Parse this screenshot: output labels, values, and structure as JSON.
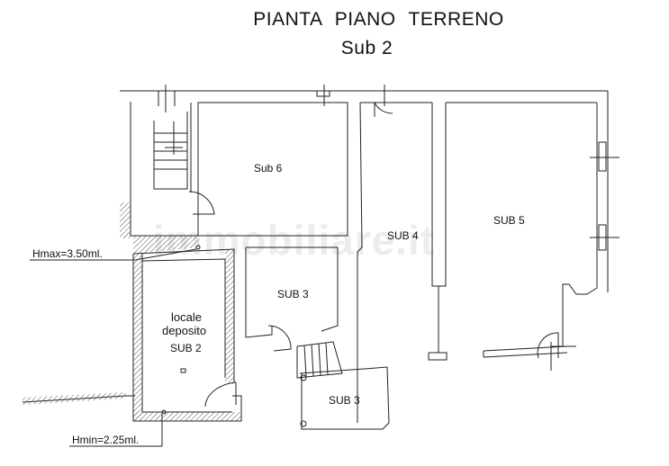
{
  "header": {
    "title": "PIANTA  PIANO  TERRENO",
    "subtitle": "Sub 2"
  },
  "rooms": [
    {
      "id": "sub6",
      "label": "Sub 6"
    },
    {
      "id": "sub4",
      "label": "SUB 4"
    },
    {
      "id": "sub5",
      "label": "SUB 5"
    },
    {
      "id": "sub3a",
      "label": "SUB 3"
    },
    {
      "id": "sub3b",
      "label": "SUB 3"
    },
    {
      "id": "sub2",
      "label_line1": "locale",
      "label_line2": "deposito",
      "label_line3": "SUB 2"
    }
  ],
  "annotations": {
    "hmax": "Hmax=3.50ml.",
    "hmin": "Hmin=2.25ml."
  },
  "watermark": "immobiliare.it",
  "colors": {
    "line": "#222222",
    "hatch": "#555555",
    "background": "#ffffff"
  }
}
